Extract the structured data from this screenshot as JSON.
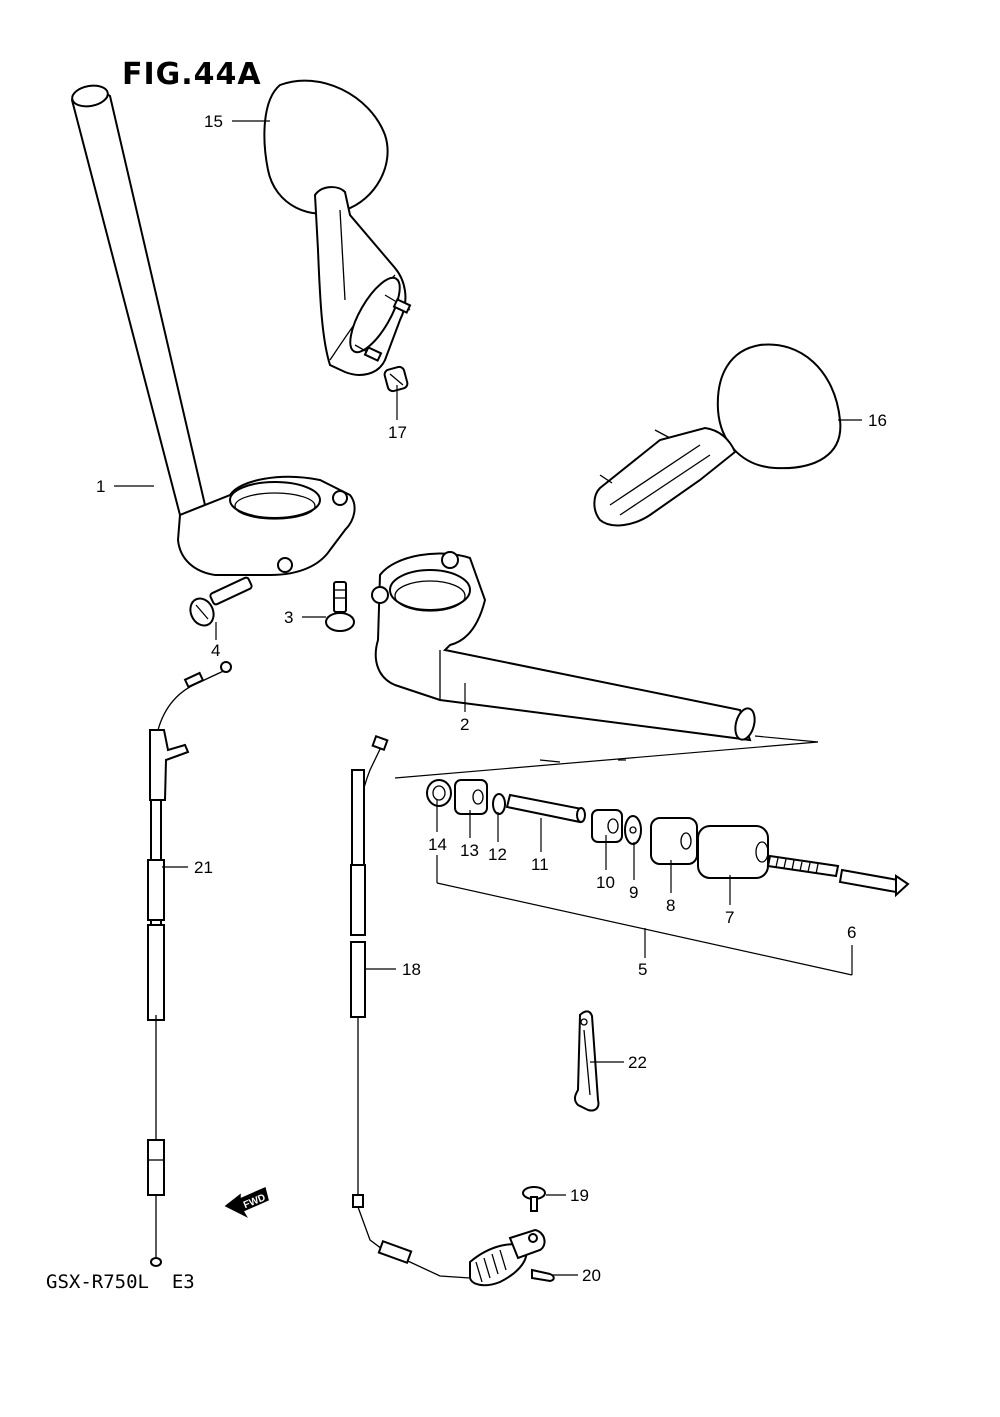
{
  "figure": {
    "title": "FIG.44A",
    "model": "GSX-R750L  E3",
    "fwd_label": "FWD"
  },
  "parts": [
    {
      "no": "1"
    },
    {
      "no": "2"
    },
    {
      "no": "3"
    },
    {
      "no": "4"
    },
    {
      "no": "5"
    },
    {
      "no": "6"
    },
    {
      "no": "7"
    },
    {
      "no": "8"
    },
    {
      "no": "9"
    },
    {
      "no": "10"
    },
    {
      "no": "11"
    },
    {
      "no": "12"
    },
    {
      "no": "13"
    },
    {
      "no": "14"
    },
    {
      "no": "15"
    },
    {
      "no": "16"
    },
    {
      "no": "17"
    },
    {
      "no": "18"
    },
    {
      "no": "19"
    },
    {
      "no": "20"
    },
    {
      "no": "21"
    },
    {
      "no": "22"
    }
  ]
}
